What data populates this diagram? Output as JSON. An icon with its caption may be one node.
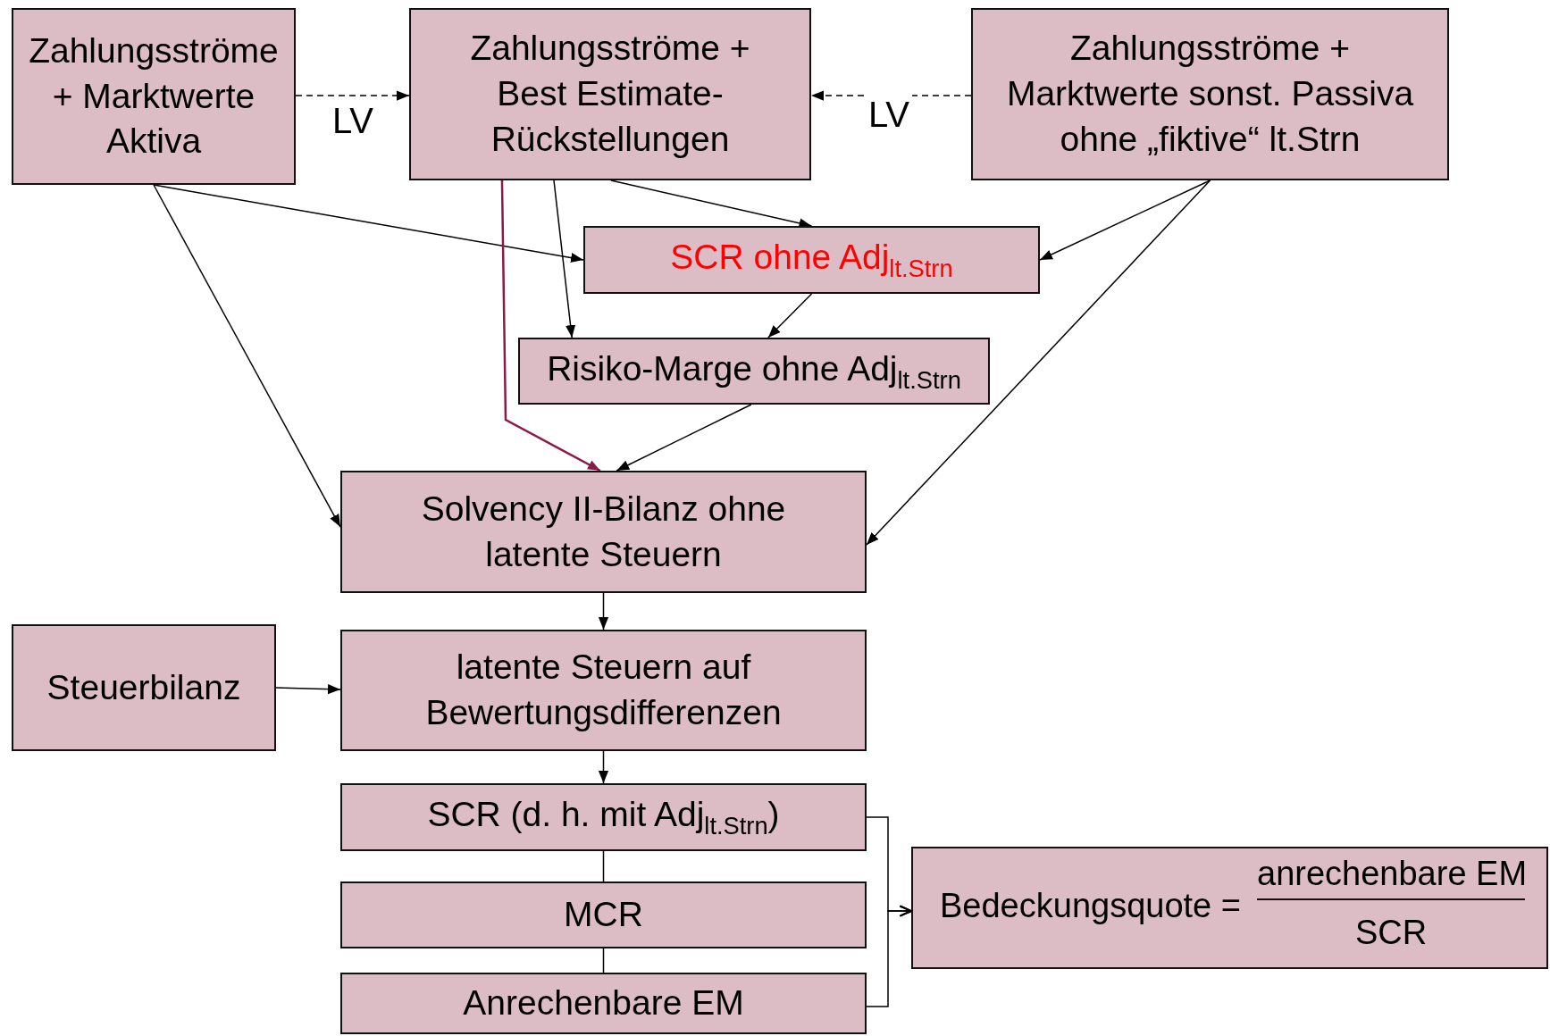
{
  "diagram": {
    "nodes": [
      {
        "text": [
          "Zahlungsströme + Marktwerte Aktiva"
        ]
      },
      {
        "text": [
          "Zahlungsströme + Best Estimate-Rückstellungen"
        ]
      },
      {
        "text": [
          "Zahlungsströme + Marktwerte sonst. Passiva ohne „fiktive“ lt.Strn"
        ]
      },
      {
        "text": [
          "SCR ohne Adj$_{lt.Strn}$"
        ]
      },
      {
        "text": [
          "Risiko-Marge ohne Adj$_{lt.Strn}$"
        ]
      },
      {
        "text": [
          "Solvency II-Bilanz ohne latente Steuern"
        ]
      },
      {
        "text": [
          "Steuerbilanz"
        ]
      },
      {
        "text": [
          "latente Steuern auf Bewertungsdifferenzen"
        ]
      },
      {
        "text": [
          "SCR (d. h. mit Adj$_{lt.Strn}$)"
        ]
      },
      {
        "text": [
          "MCR"
        ]
      },
      {
        "text": [
          "Anrechenbare EM"
        ]
      },
      {
        "text": [
          "anrechenbare EM",
          "Bedeckungsquote =",
          "SCR"
        ]
      }
    ],
    "edges": [
      {
        "from": 0,
        "to": 1,
        "arrow": "to",
        "style": "dashed",
        "label": "LV"
      },
      {
        "from": 2,
        "to": 1,
        "arrow": "to",
        "style": "dashed",
        "label": "LV"
      },
      {
        "from": 0,
        "to": 3,
        "arrow": "to"
      },
      {
        "from": 1,
        "to": 3,
        "arrow": "to"
      },
      {
        "from": 2,
        "to": 3,
        "arrow": "to"
      },
      {
        "from": 1,
        "to": 4,
        "arrow": "to"
      },
      {
        "from": 3,
        "to": 4,
        "arrow": "to"
      },
      {
        "from": 1,
        "to": 5,
        "arrow": "to",
        "color": "#8b1a4a"
      },
      {
        "from": 4,
        "to": 5,
        "arrow": "to"
      },
      {
        "from": 0,
        "to": 5,
        "arrow": "to"
      },
      {
        "from": 2,
        "to": 5,
        "arrow": "to"
      },
      {
        "from": 5,
        "to": 7,
        "arrow": "to"
      },
      {
        "from": 6,
        "to": 7,
        "arrow": "to"
      },
      {
        "from": 7,
        "to": 8,
        "arrow": "to"
      },
      {
        "from": 8,
        "to": 9,
        "arrow": "none"
      },
      {
        "from": 9,
        "to": 10,
        "arrow": "none"
      },
      {
        "from": 8,
        "to": 11,
        "arrow": "to"
      },
      {
        "from": 10,
        "to": 11,
        "arrow": "to"
      }
    ]
  }
}
